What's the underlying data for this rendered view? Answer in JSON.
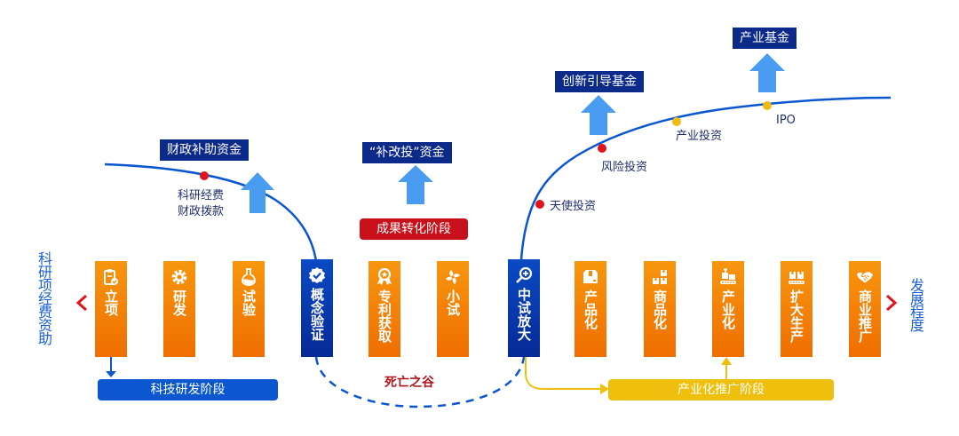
{
  "left_axis_label": "科研项经费资助",
  "right_axis_label": "发展程度",
  "pillars": [
    {
      "label": "立项",
      "icon": "clipboard-check-icon",
      "color": "orange"
    },
    {
      "label": "研发",
      "icon": "gear-icon",
      "color": "orange"
    },
    {
      "label": "试验",
      "icon": "flask-icon",
      "color": "orange"
    },
    {
      "label": "概念验证",
      "icon": "verified-badge-icon",
      "color": "blue"
    },
    {
      "label": "专利获取",
      "icon": "award-ribbon-icon",
      "color": "orange"
    },
    {
      "label": "小试",
      "icon": "pinwheel-icon",
      "color": "orange"
    },
    {
      "label": "中试放大",
      "icon": "magnifier-plus-icon",
      "color": "blue"
    },
    {
      "label": "产品化",
      "icon": "box-icon",
      "color": "orange"
    },
    {
      "label": "商品化",
      "icon": "boxes-icon",
      "color": "orange"
    },
    {
      "label": "产业化",
      "icon": "conveyor-robot-icon",
      "color": "orange"
    },
    {
      "label": "扩大生产",
      "icon": "conveyor-boxes-icon",
      "color": "orange"
    },
    {
      "label": "商业推广",
      "icon": "handshake-icon",
      "color": "orange"
    }
  ],
  "funds": {
    "fiscal": "财政补助资金",
    "bugaitou": "“补改投”资金",
    "innovation": "创新引导基金",
    "industry": "产业基金"
  },
  "curve_points": {
    "research_fiscal": "科研经费\n财政拨款",
    "research_fiscal_line1": "科研经费",
    "research_fiscal_line2": "财政拨款",
    "angel": "天使投资",
    "venture": "风险投资",
    "industrial": "产业投资",
    "ipo": "IPO"
  },
  "stages": {
    "rd": "科技研发阶段",
    "transform": "成果转化阶段",
    "industrialize": "产业化推广阶段",
    "valley": "死亡之谷"
  },
  "colors": {
    "orange": "#f28a0a",
    "navy": "#0c2a8a",
    "blue": "#0a4ac4",
    "curve": "#0a55d0",
    "red_dot": "#e0141c",
    "gold_dot": "#ecbc12",
    "arrow_up": "#4a9cf0",
    "stage_blue": "#0b57d0",
    "stage_red": "#c8101a",
    "stage_gold": "#eebf0c"
  }
}
